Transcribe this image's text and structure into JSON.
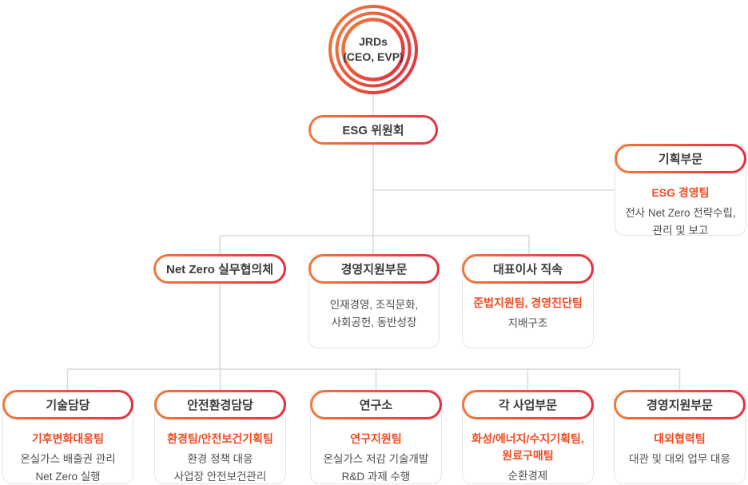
{
  "root": {
    "line1": "JRDs",
    "line2": "(CEO, EVP)"
  },
  "committee": {
    "label": "ESG 위원회"
  },
  "planning": {
    "title": "기획부문",
    "team": "ESG 경영팀",
    "desc": [
      "전사 Net Zero 전략수립,",
      "관리 및 보고"
    ]
  },
  "netzero_council": {
    "label": "Net Zero 실무협의체"
  },
  "mgmt_support": {
    "title": "경영지원부문",
    "desc": [
      "인재경영, 조직문화,",
      "사회공헌, 동반성장"
    ]
  },
  "ceo_direct": {
    "title": "대표이사 직속",
    "team": "준법지원팀, 경영진단팀",
    "desc": [
      "지배구조"
    ]
  },
  "tech": {
    "title": "기술담당",
    "team": "기후변화대응팀",
    "desc": [
      "온실가스 배출권 관리",
      "Net Zero 실행"
    ]
  },
  "safety_env": {
    "title": "안전환경담당",
    "team": "환경팀/안전보건기획팀",
    "desc": [
      "환경 정책 대응",
      "사업장 안전보건관리"
    ]
  },
  "research": {
    "title": "연구소",
    "team": "연구지원팀",
    "desc": [
      "온실가스 저감 기술개발",
      "R&D 과제 수행"
    ]
  },
  "business_units": {
    "title": "각 사업부문",
    "team_lines": [
      "화성/에너지/수지기획팀,",
      "원료구매팀"
    ],
    "desc": [
      "순환경제"
    ]
  },
  "mgmt_support2": {
    "title": "경영지원부문",
    "team": "대외협력팀",
    "desc": [
      "대관 및 대외 업무 대응"
    ]
  },
  "colors": {
    "pill_gradient_start": "#ee7a3e",
    "pill_gradient_end": "#e2313f",
    "team_text": "#f24a21",
    "connector_line": "#d9d9d9",
    "title_text": "#3a3a3a",
    "body_text": "#4d4d4d"
  }
}
